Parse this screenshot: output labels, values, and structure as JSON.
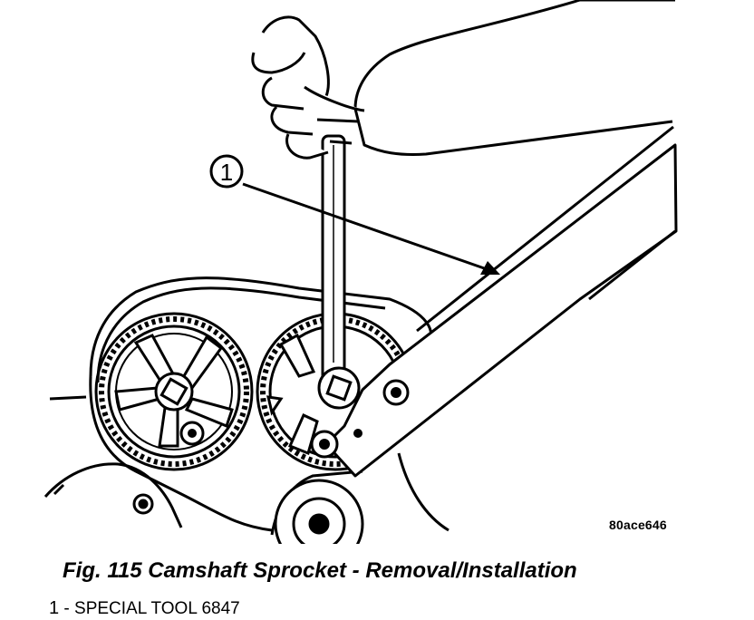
{
  "figure": {
    "callout_number": "1",
    "image_code": "80ace646",
    "caption": "Fig. 115 Camshaft Sprocket - Removal/Installation"
  },
  "legend": {
    "items": [
      {
        "number": "1",
        "separator": " - ",
        "label": "SPECIAL TOOL 6847"
      }
    ]
  }
}
